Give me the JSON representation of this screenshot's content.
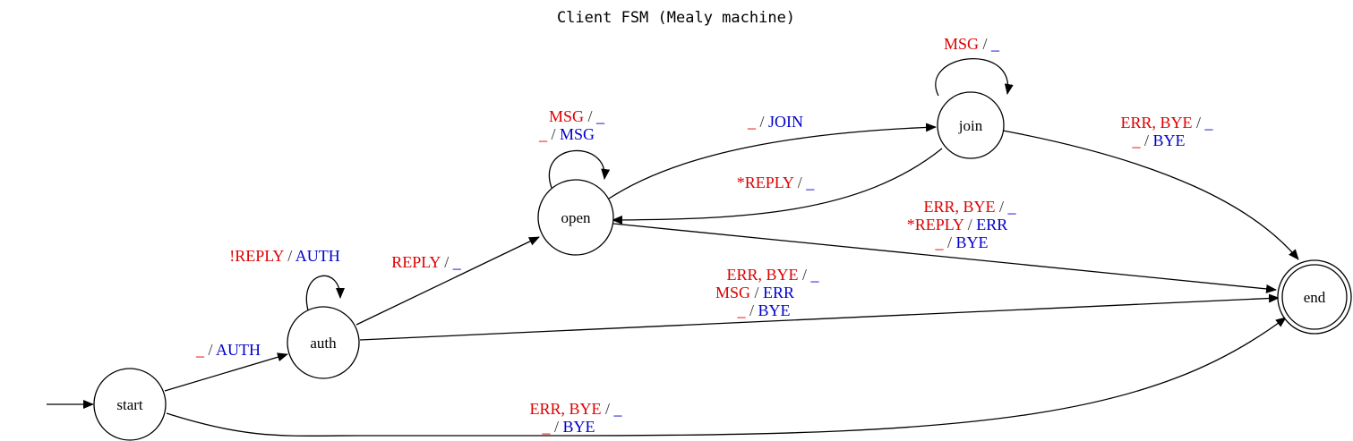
{
  "title": "Client FSM (Mealy machine)",
  "colors": {
    "input": "#dd0000",
    "output": "#0000cc",
    "separator": "#333333",
    "stroke": "#000000"
  },
  "states": {
    "start": "start",
    "auth": "auth",
    "open": "open",
    "join": "join",
    "end": "end"
  },
  "edges": {
    "start_auth": [
      [
        {
          "i": "_",
          "o": "AUTH"
        }
      ]
    ],
    "auth_self": [
      [
        {
          "i": "!REPLY",
          "o": "AUTH"
        }
      ]
    ],
    "auth_open": [
      [
        {
          "i": "REPLY",
          "o": "_"
        }
      ]
    ],
    "open_self": [
      [
        {
          "i": "MSG",
          "o": "_"
        }
      ],
      [
        {
          "i": "_",
          "o": "MSG"
        }
      ]
    ],
    "open_join": [
      [
        {
          "i": "_",
          "o": "JOIN"
        }
      ]
    ],
    "join_self": [
      [
        {
          "i": "MSG",
          "o": "_"
        }
      ]
    ],
    "join_open": [
      [
        {
          "i": "*REPLY",
          "o": "_"
        }
      ]
    ],
    "join_end": [
      [
        {
          "i": "ERR, BYE",
          "o": "_"
        }
      ],
      [
        {
          "i": "_",
          "o": "BYE"
        }
      ]
    ],
    "open_end": [
      [
        {
          "i": "ERR, BYE",
          "o": "_"
        }
      ],
      [
        {
          "i": "*REPLY",
          "o": "ERR"
        }
      ],
      [
        {
          "i": "_",
          "o": "BYE"
        }
      ]
    ],
    "auth_end": [
      [
        {
          "i": "ERR, BYE",
          "o": "_"
        }
      ],
      [
        {
          "i": "MSG",
          "o": "ERR"
        }
      ],
      [
        {
          "i": "_",
          "o": "BYE"
        }
      ]
    ],
    "start_end": [
      [
        {
          "i": "ERR, BYE",
          "o": "_"
        }
      ],
      [
        {
          "i": "_",
          "o": "BYE"
        }
      ]
    ]
  }
}
